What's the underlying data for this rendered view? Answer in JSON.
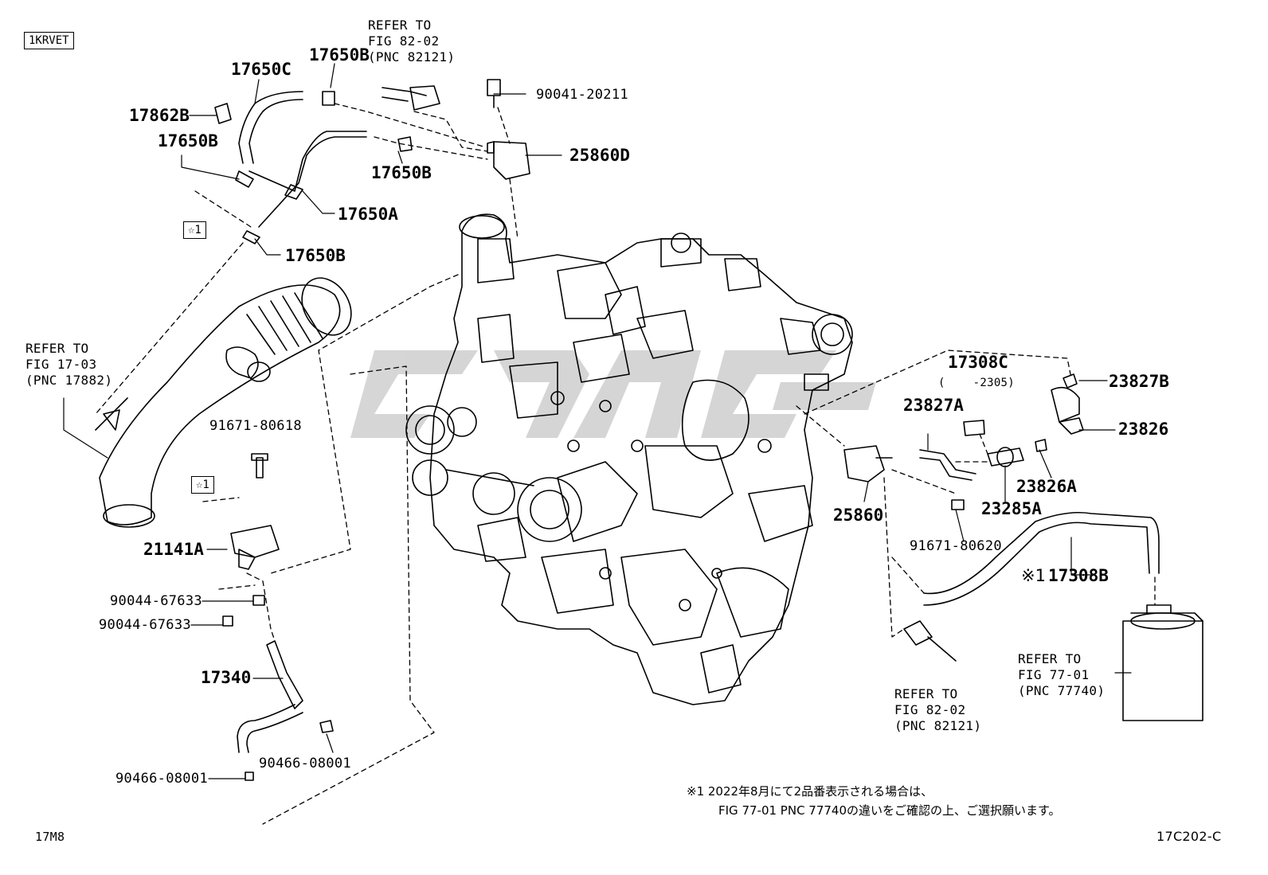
{
  "engine_code": "1KRVET",
  "watermark_text": "CRAC",
  "figure_code": "17C202-C",
  "page_code": "17M8",
  "callouts": {
    "c17650C": "17650C",
    "c17650B_top": "17650B",
    "c17862B": "17862B",
    "c17650B_left": "17650B",
    "c17650B_mid": "17650B",
    "c17650A": "17650A",
    "c17650B_low": "17650B",
    "c90041": "90041-20211",
    "c25860D": "25860D",
    "c91671_left": "91671-80618",
    "c21141A": "21141A",
    "c90044_a": "90044-67633",
    "c90044_b": "90044-67633",
    "c17340": "17340",
    "c90466_a": "90466-08001",
    "c90466_b": "90466-08001",
    "c17308C": "17308C",
    "c17308C_range": "(    -2305)",
    "c23827A": "23827A",
    "c23827B": "23827B",
    "c23826": "23826",
    "c23826A": "23826A",
    "c23285A": "23285A",
    "c25860": "25860",
    "c91671_right": "91671-80620",
    "c17308B_mark": "※1",
    "c17308B": "17308B"
  },
  "star_marker": "☆1",
  "references": {
    "top": "REFER TO\nFIG 82-02\n(PNC 82121)",
    "left": "REFER TO\nFIG 17-03\n(PNC 17882)",
    "bottom_mid": "REFER TO\nFIG 82-02\n(PNC 82121)",
    "bottom_right": "REFER TO\nFIG 77-01\n(PNC 77740)"
  },
  "footnote": {
    "line1": "※1  2022年8月にて2品番表示される場合は、",
    "line2": "FIG 77-01 PNC 77740の違いをご確認の上、ご選択願います。"
  }
}
